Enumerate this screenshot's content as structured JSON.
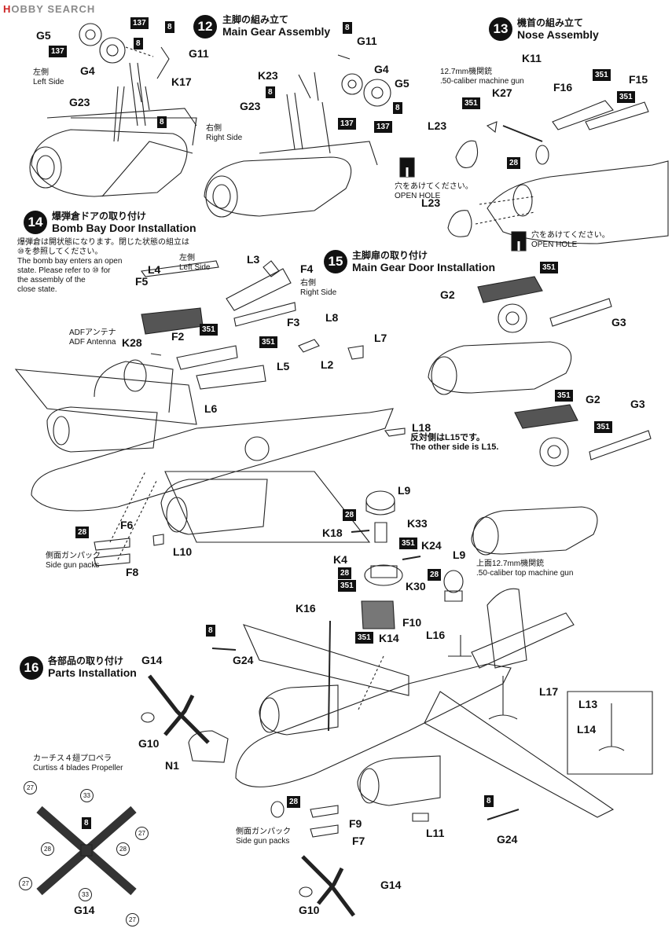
{
  "watermark": {
    "prefix": "H",
    "rest": "OBBY SEARCH"
  },
  "steps": {
    "s12": {
      "num": "12",
      "ja": "主脚の組み立て",
      "en": "Main Gear Assembly"
    },
    "s13": {
      "num": "13",
      "ja": "機首の組み立て",
      "en": "Nose Assembly"
    },
    "s14": {
      "num": "14",
      "ja": "爆弾倉ドアの取り付け",
      "en": "Bomb Bay Door Installation"
    },
    "s15": {
      "num": "15",
      "ja": "主脚扉の取り付け",
      "en": "Main Gear Door Installation"
    },
    "s16": {
      "num": "16",
      "ja": "各部品の取り付け",
      "en": "Parts Installation"
    }
  },
  "notes": {
    "left_side_ja": "左側",
    "left_side_en": "Left Side",
    "right_side_ja": "右側",
    "right_side_en": "Right Side",
    "mg_ja": "12.7mm機関銃",
    "mg_en": ".50-caliber machine gun",
    "hole_ja": "穴をあけてください。",
    "hole_en": "OPEN HOLE",
    "bomb_ja1": "爆弾倉は開状態になります。閉じた状態の組立は",
    "bomb_ja2": "⑩を参照してください。",
    "bomb_en1": "The bomb bay enters an open",
    "bomb_en2": "state. Please refer to ⑩ for",
    "bomb_en3": " the assembly of the",
    "bomb_en4": "close state.",
    "adf_ja": "ADFアンテナ",
    "adf_en": "ADF Antenna",
    "other_ja": "反対側はL15です。",
    "other_en": "The other side is L15.",
    "gunpack_ja": "側面ガンパック",
    "gunpack_en": "Side gun packs",
    "topmg_ja": "上面12.7mm機関銃",
    "topmg_en": ".50-caliber top machine  gun",
    "prop_ja": "カーチス４翅プロペラ",
    "prop_en": "Curtiss 4 blades Propeller"
  },
  "parts": {
    "G5a": "G5",
    "G4a": "G4",
    "G11a": "G11",
    "K17": "K17",
    "G23a": "G23",
    "G11b": "G11",
    "K23": "K23",
    "G4b": "G4",
    "G5b": "G5",
    "G23b": "G23",
    "K11": "K11",
    "K27": "K27",
    "F16": "F16",
    "F15": "F15",
    "L23a": "L23",
    "L23b": "L23",
    "L4": "L4",
    "F5": "F5",
    "F2": "F2",
    "L3": "L3",
    "F4": "F4",
    "F3": "F3",
    "K28": "K28",
    "L5": "L5",
    "L6": "L6",
    "L8": "L8",
    "L2": "L2",
    "L7": "L7",
    "L18": "L18",
    "F6": "F6",
    "F8": "F8",
    "L10": "L10",
    "G2a": "G2",
    "G3a": "G3",
    "G2b": "G2",
    "G3b": "G3",
    "L9a": "L9",
    "K18": "K18",
    "K33": "K33",
    "K24": "K24",
    "K4": "K4",
    "K30": "K30",
    "F10": "F10",
    "K14": "K14",
    "L9b": "L9",
    "L16": "L16",
    "K16": "K16",
    "L17": "L17",
    "G24a": "G24",
    "G14a": "G14",
    "G10a": "G10",
    "N1": "N1",
    "F9": "F9",
    "F7": "F7",
    "L11": "L11",
    "G24b": "G24",
    "G14b": "G14",
    "G10b": "G10",
    "G14c": "G14",
    "L13": "L13",
    "L14": "L14"
  },
  "tags": {
    "t137": "137",
    "t8": "8",
    "t351": "351",
    "t28": "28"
  },
  "prop_codes": {
    "c27": "27",
    "c33": "33",
    "c28": "28",
    "c8": "8"
  }
}
